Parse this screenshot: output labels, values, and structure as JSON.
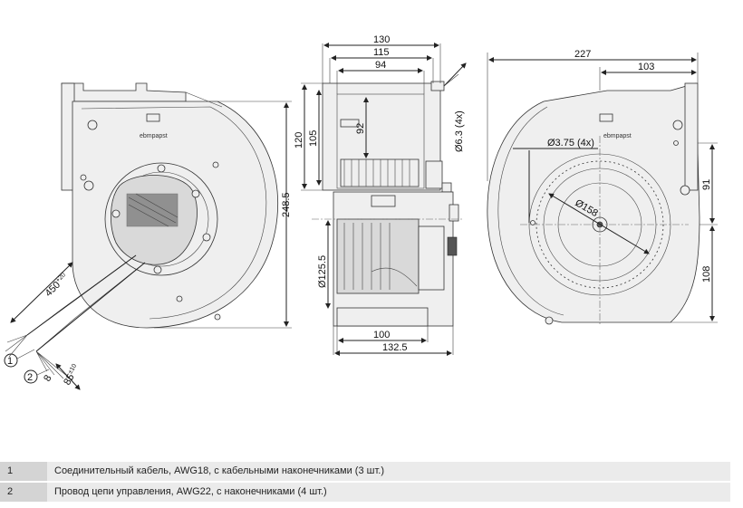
{
  "dimensions": {
    "w130": "130",
    "w115": "115",
    "w94": "94",
    "w227": "227",
    "w103": "103",
    "h120": "120",
    "h105": "105",
    "h92": "92",
    "hole": "Ø6.3 (4x)",
    "h248": "248.5",
    "d125": "Ø125.5",
    "w100": "100",
    "w132": "132.5",
    "hole375": "Ø3.75 (4x)",
    "d158": "Ø158",
    "h91": "91",
    "h108": "108",
    "cable450": "450",
    "cable450tol": "+20",
    "cable85": "85",
    "cable85tol": "±10",
    "cable8": "8"
  },
  "callouts": {
    "c1": "1",
    "c2": "2"
  },
  "brand": "ebmpapst",
  "legend": [
    {
      "num": "1",
      "text": "Соединительный кабель, AWG18, с кабельными наконечниками (3 шт.)"
    },
    {
      "num": "2",
      "text": "Провод цепи управления, AWG22, с наконечниками (4 шт.)"
    }
  ]
}
